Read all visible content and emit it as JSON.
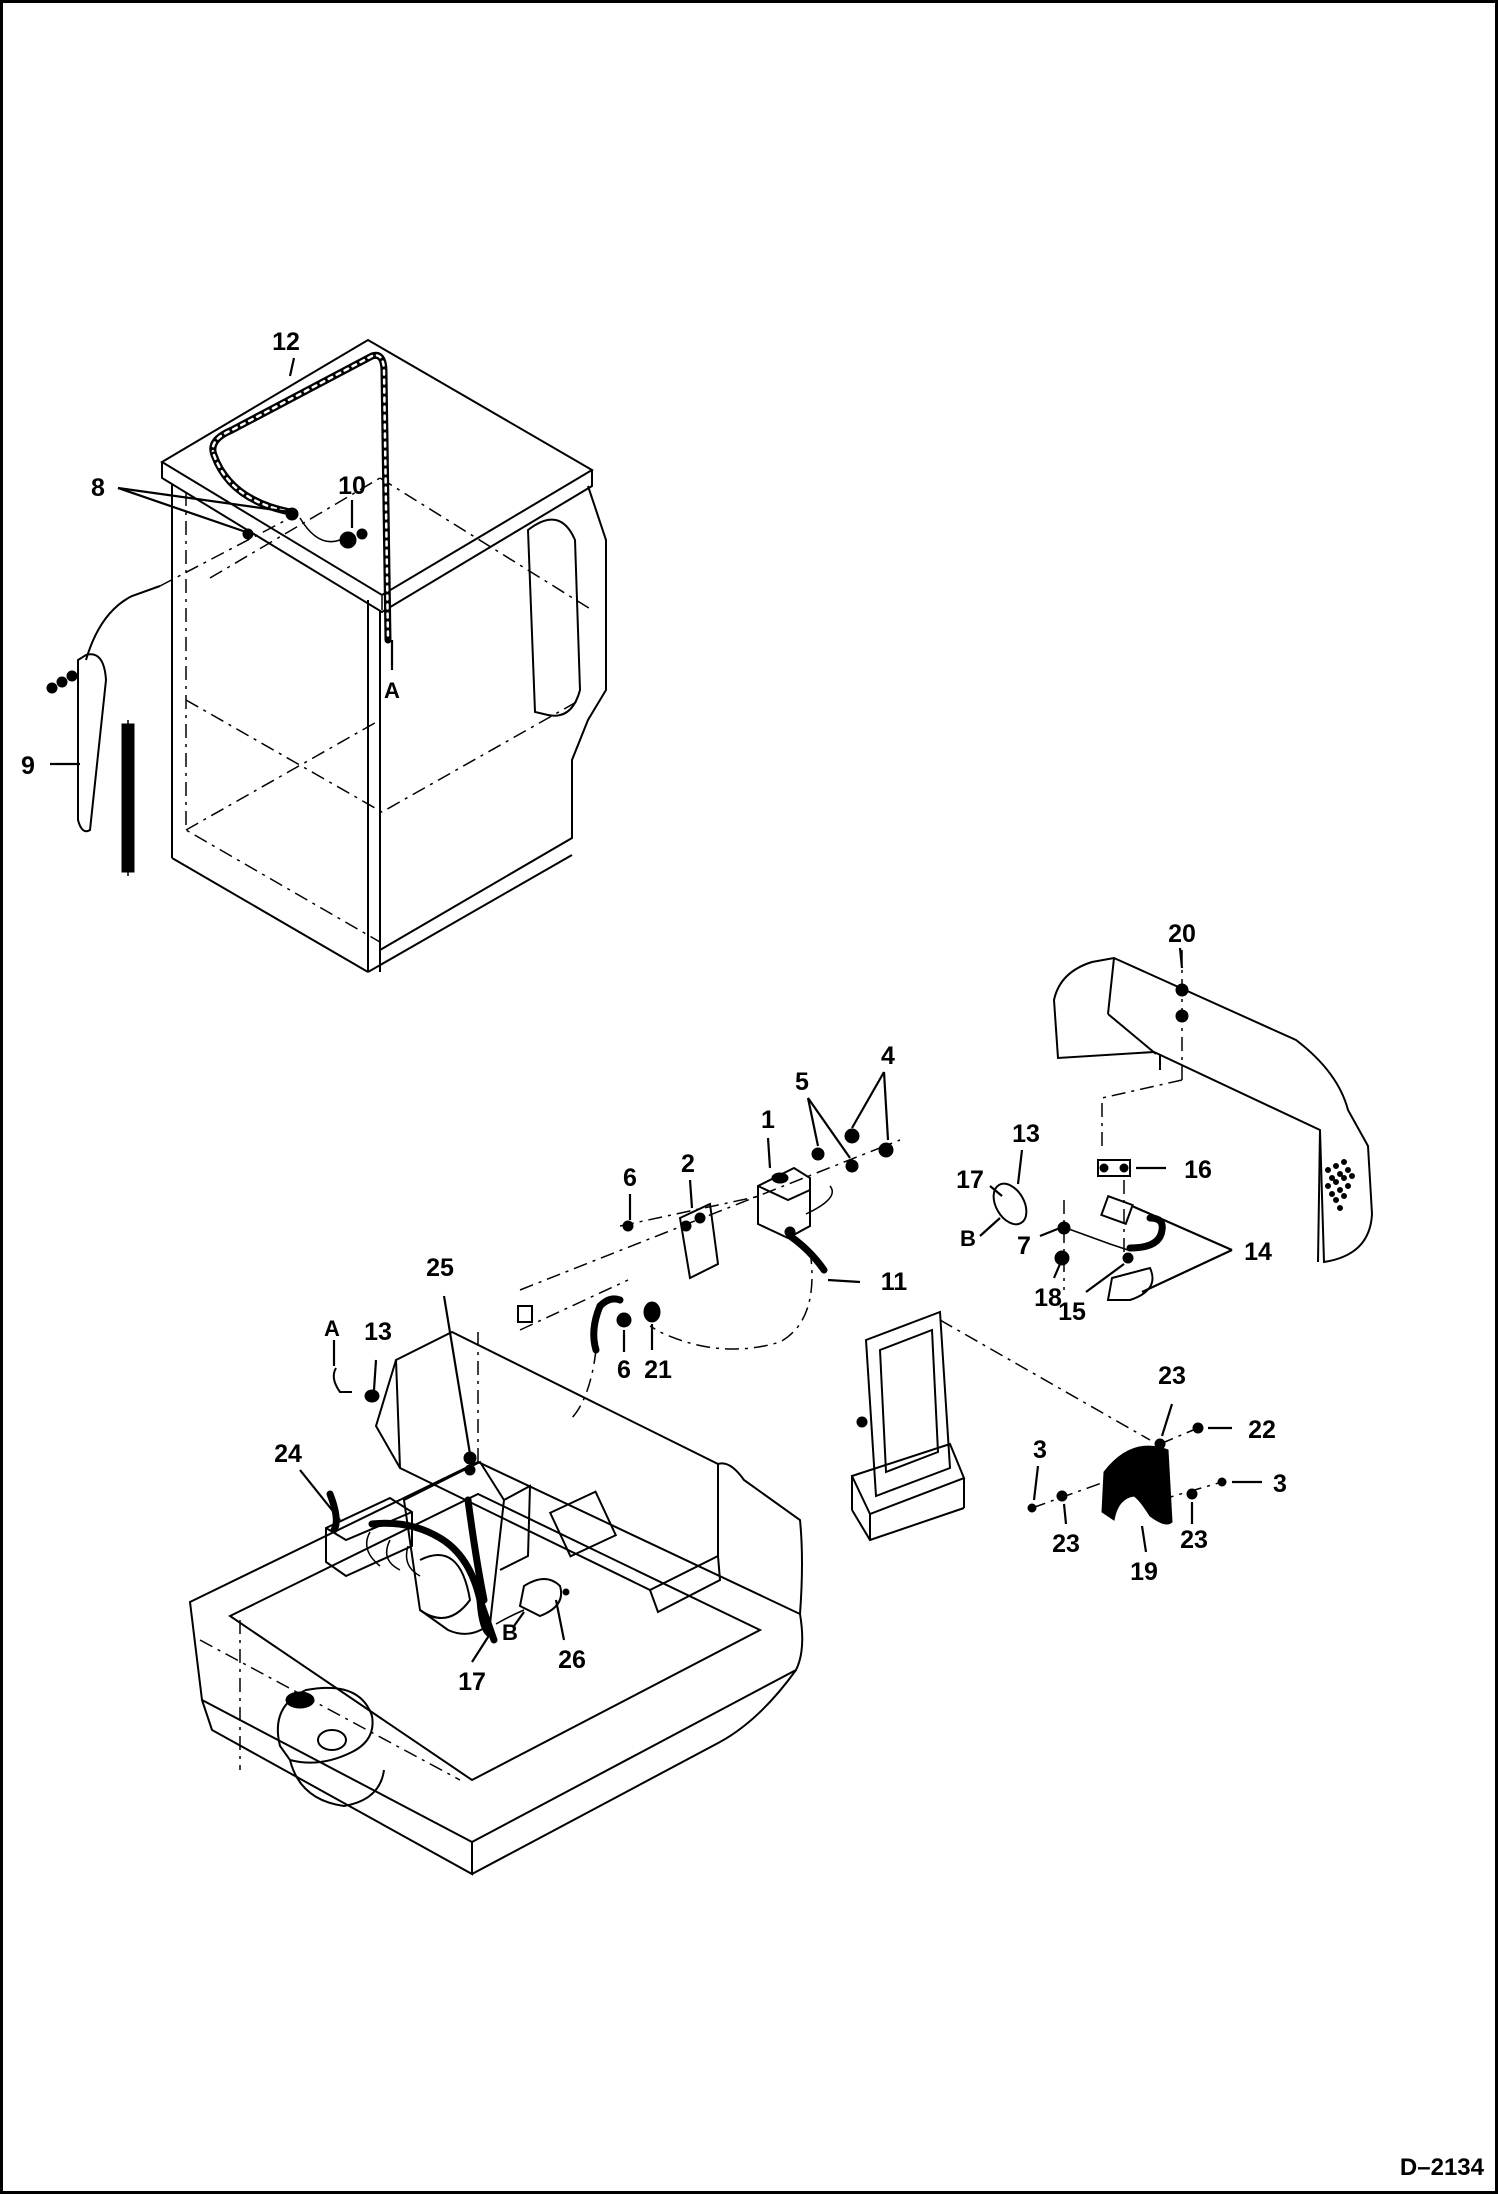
{
  "drawing": {
    "number": "D–2134"
  },
  "callouts": [
    "1",
    "2",
    "3",
    "3",
    "4",
    "5",
    "6",
    "6",
    "7",
    "8",
    "9",
    "10",
    "11",
    "11",
    "12",
    "13",
    "14",
    "15",
    "16",
    "17",
    "17",
    "18",
    "19",
    "20",
    "21",
    "22",
    "23",
    "23",
    "23",
    "23",
    "24",
    "25",
    "26"
  ],
  "references": [
    "A",
    "A",
    "B",
    "B"
  ],
  "colors": {
    "ink": "#000000",
    "paper": "#ffffff"
  }
}
